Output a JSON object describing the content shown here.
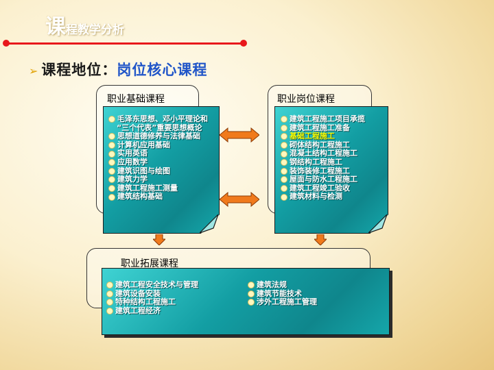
{
  "title": {
    "big": "课",
    "small": "程教学分析"
  },
  "heading": {
    "label": "课程地位：",
    "value": "岗位核心课程"
  },
  "basic": {
    "title": "职业基础课程",
    "items": [
      {
        "text": "毛泽东思想、邓小平理论和",
        "dot": true
      },
      {
        "text": "“三个代表”重要思想概论",
        "dot": false
      },
      {
        "text": "思想道德修养与法律基础",
        "dot": true
      },
      {
        "text": "计算机应用基础",
        "dot": true
      },
      {
        "text": "实用英语",
        "dot": true
      },
      {
        "text": "应用数学",
        "dot": true
      },
      {
        "text": "建筑识图与绘图",
        "dot": true
      },
      {
        "text": "建筑力学",
        "dot": true
      },
      {
        "text": "建筑工程施工测量",
        "dot": true
      },
      {
        "text": "建筑结构基础",
        "dot": true
      }
    ]
  },
  "post": {
    "title": "职业岗位课程",
    "items": [
      {
        "text": "建筑工程施工项目承揽",
        "dot": true
      },
      {
        "text": "建筑工程施工准备",
        "dot": true
      },
      {
        "text": "基础工程施工",
        "dot": true,
        "highlight": true
      },
      {
        "text": "砌体结构工程施工",
        "dot": true
      },
      {
        "text": "混凝土结构工程施工",
        "dot": true
      },
      {
        "text": "钢结构工程施工",
        "dot": true
      },
      {
        "text": "装饰装修工程施工",
        "dot": true
      },
      {
        "text": "屋面与防水工程施工",
        "dot": true
      },
      {
        "text": "建筑工程竣工验收",
        "dot": true
      },
      {
        "text": "建筑材料与检测",
        "dot": true
      }
    ]
  },
  "extend": {
    "title": "职业拓展课程",
    "left_items": [
      "建筑工程安全技术与管理",
      "建筑设备安装",
      "特种结构工程施工",
      "建筑工程经济"
    ],
    "right_items": [
      "建筑法规",
      "建筑节能技术",
      "涉外工程施工管理"
    ]
  },
  "colors": {
    "accent_red": "#e8181b",
    "box_teal": "#139ea3",
    "heading_blue": "#2055c8",
    "highlight": "#ffff00",
    "arrow_orange": "#f07a1c"
  }
}
